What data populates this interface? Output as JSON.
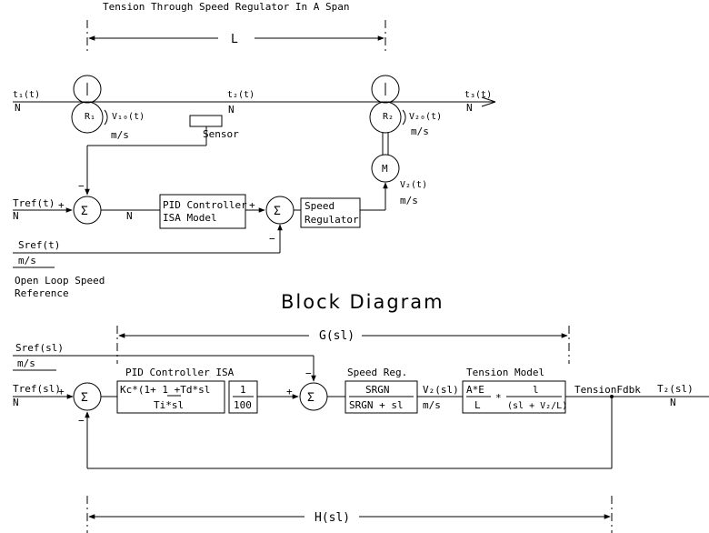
{
  "top": {
    "title": "Tension Through Speed Regulator In A Span",
    "span_label": "L",
    "t1": "t₁(t)",
    "t1_unit": "N",
    "t2": "t₂(t)",
    "t2_unit": "N",
    "t3": "t₃(t)",
    "t3_unit": "N",
    "r1": "R₁",
    "r2": "R₂",
    "v10": "V₁₀(t)",
    "v10_unit": "m/s",
    "v20": "V₂₀(t)",
    "v20_unit": "m/s",
    "sensor": "Sensor",
    "motor": "M",
    "v2": "V₂(t)",
    "v2_unit": "m/s",
    "tref": "Tref(t)",
    "tref_unit": "N",
    "tref_unit2": "N",
    "sref": "Sref(t)",
    "sref_unit": "m/s",
    "pid_line1": "PID Controller",
    "pid_line2": "ISA Model",
    "speed_line1": "Speed",
    "speed_line2": "Regulator",
    "open_loop_1": "Open Loop Speed",
    "open_loop_2": "Reference",
    "sum_symbol": "Σ",
    "plus": "+",
    "minus": "−"
  },
  "block": {
    "title": "Block Diagram",
    "g_label": "G(sl)",
    "h_label": "H(sl)",
    "sref": "Sref(sl)",
    "sref_unit": "m/s",
    "tref": "Tref(sl)",
    "tref_unit": "N",
    "pid_title": "PID Controller ISA",
    "pid_expr": "Kc*(1+ 1 +Td*sl",
    "pid_den": "Ti*sl",
    "gain_num": "1",
    "gain_den": "100",
    "speed_title": "Speed Reg.",
    "speed_num": "SRGN",
    "speed_den": "SRGN + sl",
    "v2": "V₂(sl)",
    "v2_unit": "m/s",
    "tension_title": "Tension Model",
    "tm_num1": "A*E",
    "tm_den1": "L",
    "tm_times": "*",
    "tm_num2": "l",
    "tm_den2": "(sl + V₂/L)",
    "fdbk": "TensionFdbk",
    "t2": "T₂(sl)",
    "t2_unit": "N",
    "sum_symbol": "Σ",
    "plus": "+",
    "minus": "−"
  }
}
